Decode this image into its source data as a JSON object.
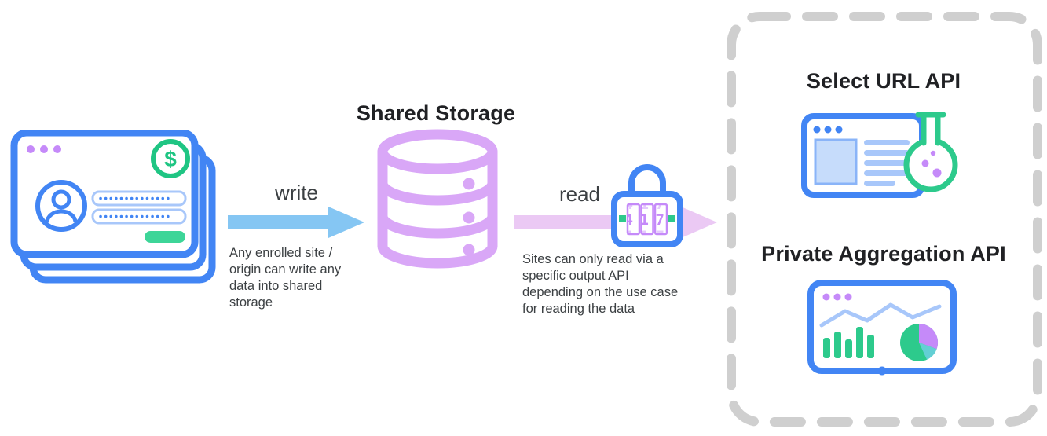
{
  "diagram": {
    "shared_storage": {
      "title": "Shared Storage"
    },
    "write": {
      "label": "write",
      "note": "Any enrolled site / origin can write any data into shared storage",
      "note_lines": [
        "Any enrolled site /",
        "origin can write any",
        "data into shared",
        "storage"
      ]
    },
    "read": {
      "label": "read",
      "note": "Sites can only read via a specific output API depending on the use case for reading the data",
      "note_lines": [
        "Sites can only read via a",
        "specific output API",
        "depending on the use case",
        "for reading the data"
      ]
    },
    "lock": {
      "code": "417"
    },
    "left_stack": {
      "dollar_symbol": "$"
    },
    "sandbox": {
      "select_url_title": "Select URL API",
      "private_aggregation_title": "Private Aggregation API"
    },
    "icons": {
      "browser-stack-icon": "stack of enrolled site windows with sign-in form and dollar badge",
      "database-icon": "shared storage cylinder database",
      "lock-icon": "combination padlock",
      "flask-icon": "experiment flask over browser window",
      "charts-icon": "browser window with bar, line and pie charts",
      "write-arrow-icon": "blue right arrow",
      "read-arrow-icon": "pink right arrow"
    },
    "colors": {
      "blue": "#4285f4",
      "light_blue": "#a8c7fa",
      "arrow_blue": "#85c6f3",
      "purple": "#c58af9",
      "storage_purple": "#d9a7f7",
      "arrow_pink": "#ebc9f4",
      "green": "#2dca8c",
      "button_green": "#3dd598",
      "pie_teal": "#63cfd4",
      "dash_gray": "#cfcfcf",
      "heading_text": "#202124",
      "body_text": "#3c4043"
    }
  }
}
